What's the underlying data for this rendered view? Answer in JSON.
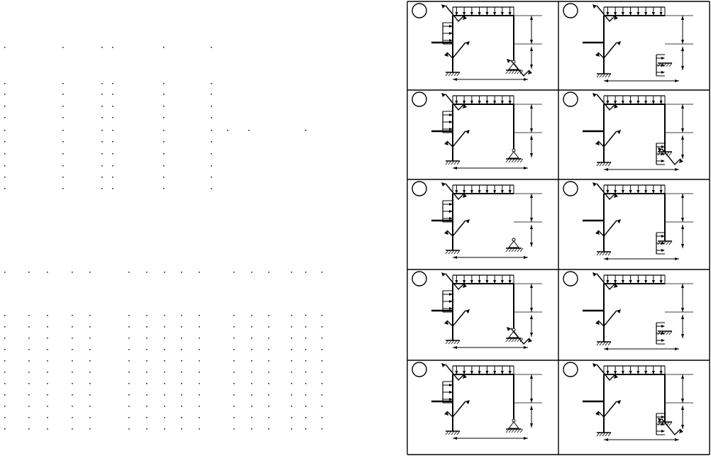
{
  "left_table_top": {
    "rows": 10,
    "columns": 10
  },
  "left_table_bottom": {
    "rows": 14,
    "columns": 22
  },
  "scheme_grid": {
    "rows": 5,
    "columns": 2,
    "cells": [
      {
        "label": "",
        "frame": "a"
      },
      {
        "label": "",
        "frame": "b"
      },
      {
        "label": "",
        "frame": "c"
      },
      {
        "label": "",
        "frame": "d"
      },
      {
        "label": "",
        "frame": "e"
      },
      {
        "label": "",
        "frame": "f"
      },
      {
        "label": "",
        "frame": "g"
      },
      {
        "label": "",
        "frame": "h"
      },
      {
        "label": "",
        "frame": "i"
      },
      {
        "label": "",
        "frame": "j"
      }
    ]
  }
}
